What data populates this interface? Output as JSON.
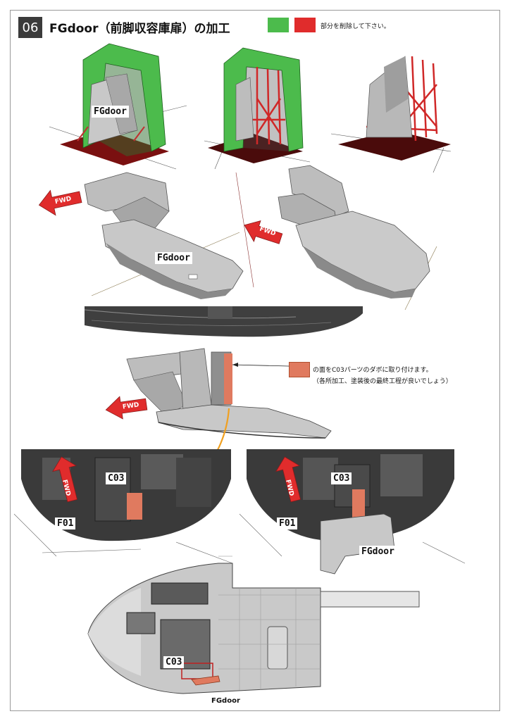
{
  "header": {
    "step_number": "06",
    "title": "FGdoor（前脚収容庫扉）の加工",
    "legend_text": "部分を削除して下さい。"
  },
  "colors": {
    "green_keep": "#4cbb4c",
    "red_remove": "#e02c2c",
    "contact_face": "#e07a5f",
    "arrow_line": "#f0a020",
    "part_grey": "#b8b8b8",
    "dark_interior": "#3a3a3a"
  },
  "labels": {
    "fgdoor_1": "FGdoor",
    "fgdoor_2": "FGdoor",
    "fwd_1": "FWD",
    "fwd_2": "FWD",
    "fwd_3": "FWD",
    "fwd_4": "FWD",
    "fwd_5": "FWD",
    "c03_left": "C03",
    "c03_right": "C03",
    "f01_left": "F01",
    "f01_right": "F01",
    "fgdoor_right": "FGdoor",
    "c03_bottom": "C03",
    "fgdoor_bottom": "FGdoor"
  },
  "note": {
    "line1": "の面をC03パーツのダボに取り付けます。",
    "line2": "（各所加工、塗装後の最終工程が良いでしょう）"
  }
}
